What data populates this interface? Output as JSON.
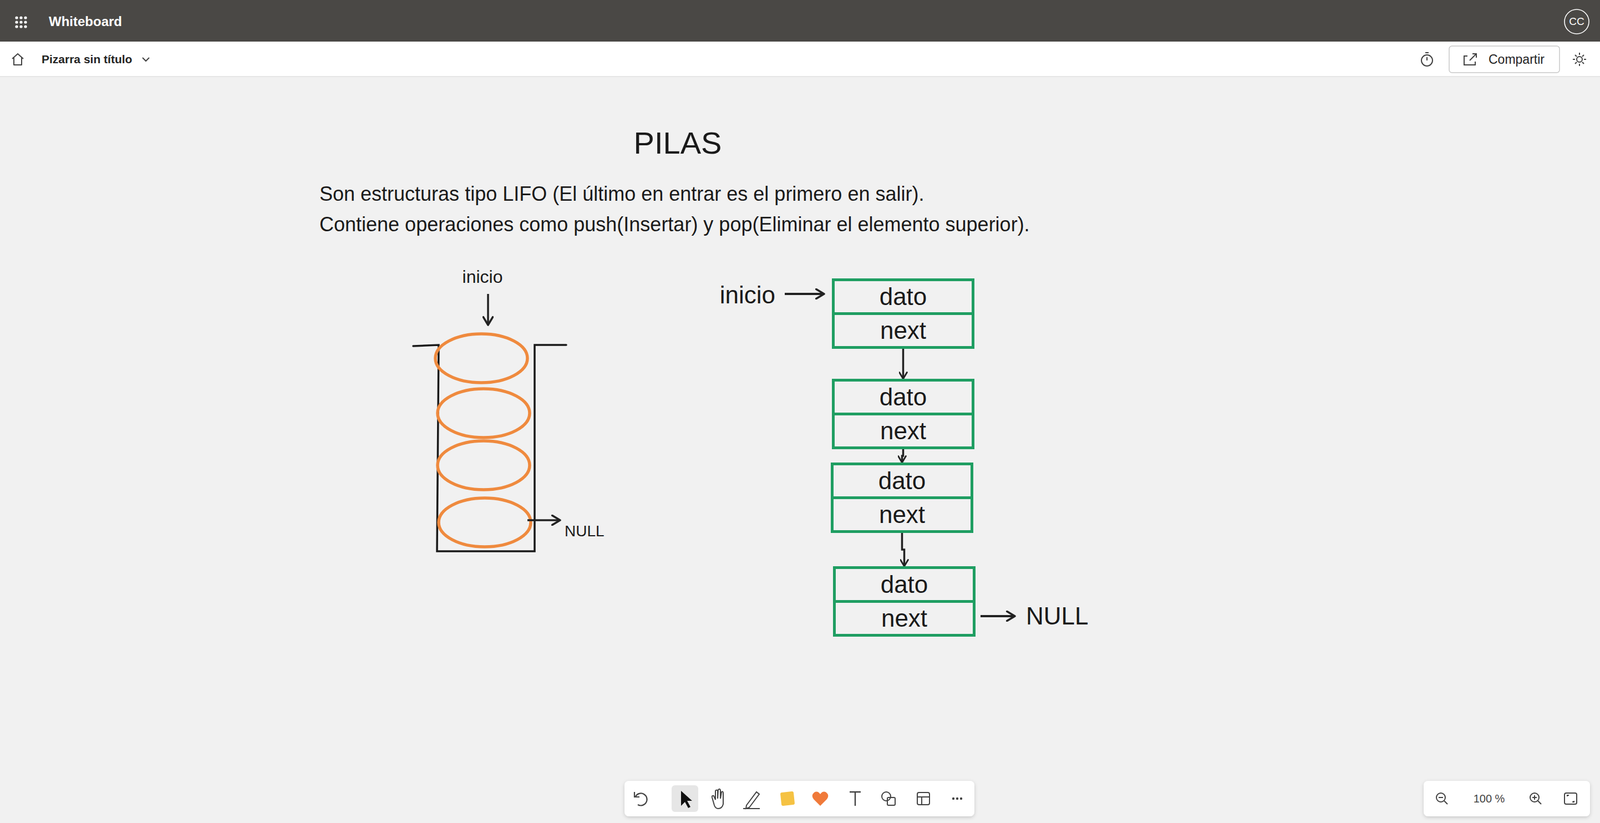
{
  "diagram": {
    "title": "PILAS",
    "nodes": [
      {
        "text": [
          "dato",
          "next"
        ]
      },
      {
        "text": [
          "dato",
          "next"
        ]
      },
      {
        "text": [
          "dato",
          "next"
        ]
      },
      {
        "text": [
          "dato",
          "next"
        ]
      }
    ],
    "edges": [
      {
        "from": 0,
        "to": 1,
        "arrow": "to"
      },
      {
        "from": 1,
        "to": 2,
        "arrow": "to"
      },
      {
        "from": 2,
        "to": 3,
        "arrow": "to"
      }
    ],
    "labels": [
      "Whiteboard",
      "CC",
      "Pizarra sin título",
      "Compartir",
      "Son estructuras tipo LIFO (El último en entrar es el primero en salir).",
      "Contiene operaciones como push(Insertar) y pop(Eliminar el elemento superior).",
      "inicio",
      "NULL",
      "inicio",
      "NULL",
      "100 %"
    ]
  }
}
